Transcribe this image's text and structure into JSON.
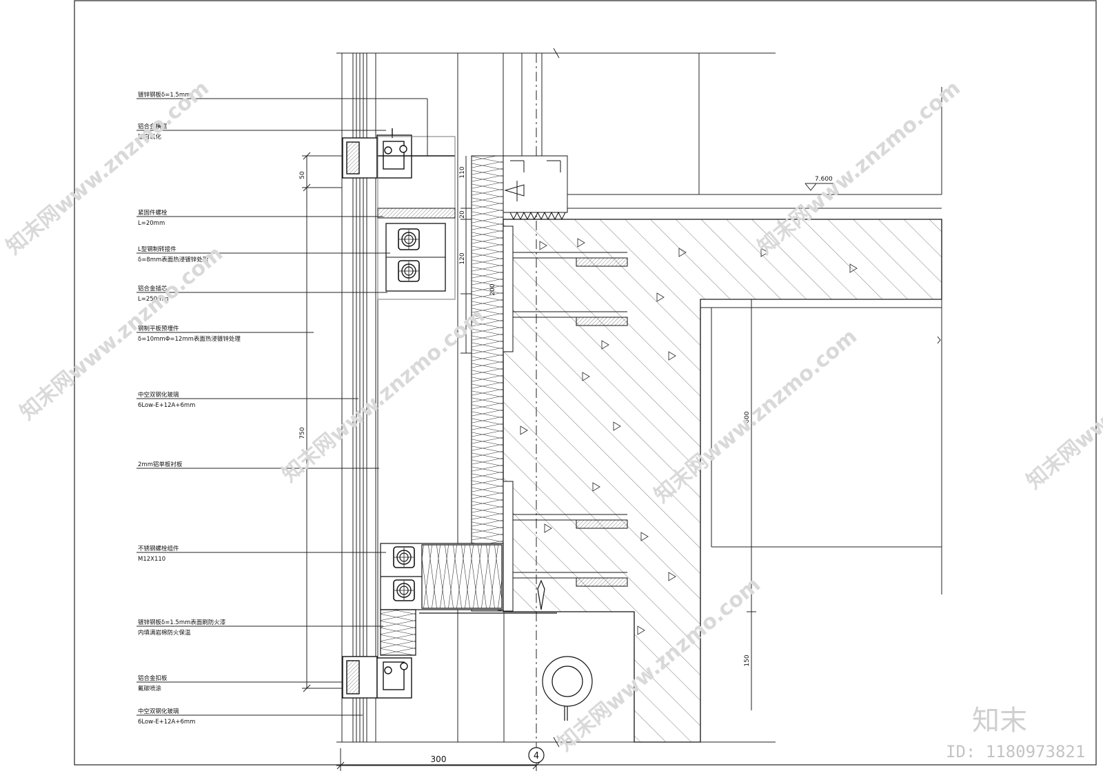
{
  "labels": [
    {
      "line1": "镀锌钢板δ=1.5mm",
      "line2": ""
    },
    {
      "line1": "铝合金横框",
      "line2": "银白氧化"
    },
    {
      "line1": "紧固件螺栓",
      "line2": "L=20mm"
    },
    {
      "line1": "L型钢制转接件",
      "line2": "δ=8mm表面热浸镀锌处理"
    },
    {
      "line1": "铝合金插芯",
      "line2": "L=250mm"
    },
    {
      "line1": "钢制平板预埋件",
      "line2": "δ=10mmΦ=12mm表面热浸镀锌处理"
    },
    {
      "line1": "中空双钢化玻璃",
      "line2": "6Low-E+12A+6mm"
    },
    {
      "line1": "2mm铝单板衬板",
      "line2": ""
    },
    {
      "line1": "不锈钢螺栓组件",
      "line2": "M12X110"
    },
    {
      "line1": "镀锌钢板δ=1.5mm表面刷防火漆",
      "line2": "内填满岩棉防火保温"
    },
    {
      "line1": "铝合金扣板",
      "line2": "氟碳喷涂"
    },
    {
      "line1": "中空双钢化玻璃",
      "line2": "6Low-E+12A+6mm"
    }
  ],
  "dims_left": [
    "50",
    "750"
  ],
  "dims_mid": [
    "110",
    "20",
    "120",
    "200"
  ],
  "dims_right": [
    "600",
    "150"
  ],
  "dim_bottom": "300",
  "elevation": "7.600",
  "axis_number": "4",
  "watermark": {
    "text": "知末网www.znzmo.com",
    "brand": "知末",
    "id": "ID: 1180973821"
  }
}
